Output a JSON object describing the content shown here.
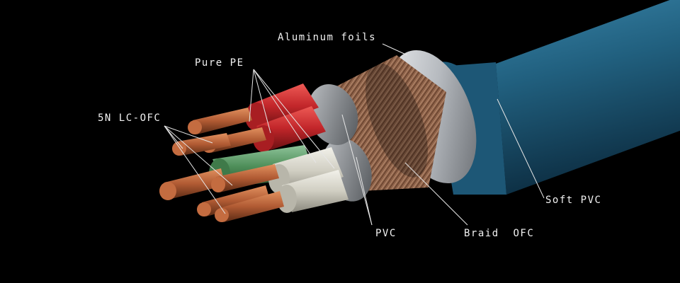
{
  "labels": {
    "aluminum_foils": "Aluminum foils",
    "pure_pe": "Pure PE",
    "lc_ofc": "5N LC-OFC",
    "soft_pvc": "Soft PVC",
    "pvc": "PVC",
    "braid_ofc": "Braid  OFC"
  },
  "colors": {
    "background": "#000000",
    "outer_jacket": "#1f5b7a",
    "aluminum_foil": "#c9ccd0",
    "braid": "#9a6f52",
    "copper": "#b5613a",
    "insulation_red": "#c4282c",
    "insulation_green": "#4f8f5a",
    "insulation_white": "#d6d4c8",
    "inner_pvc": "#7d8186",
    "leader_line": "#e6e6e6"
  }
}
